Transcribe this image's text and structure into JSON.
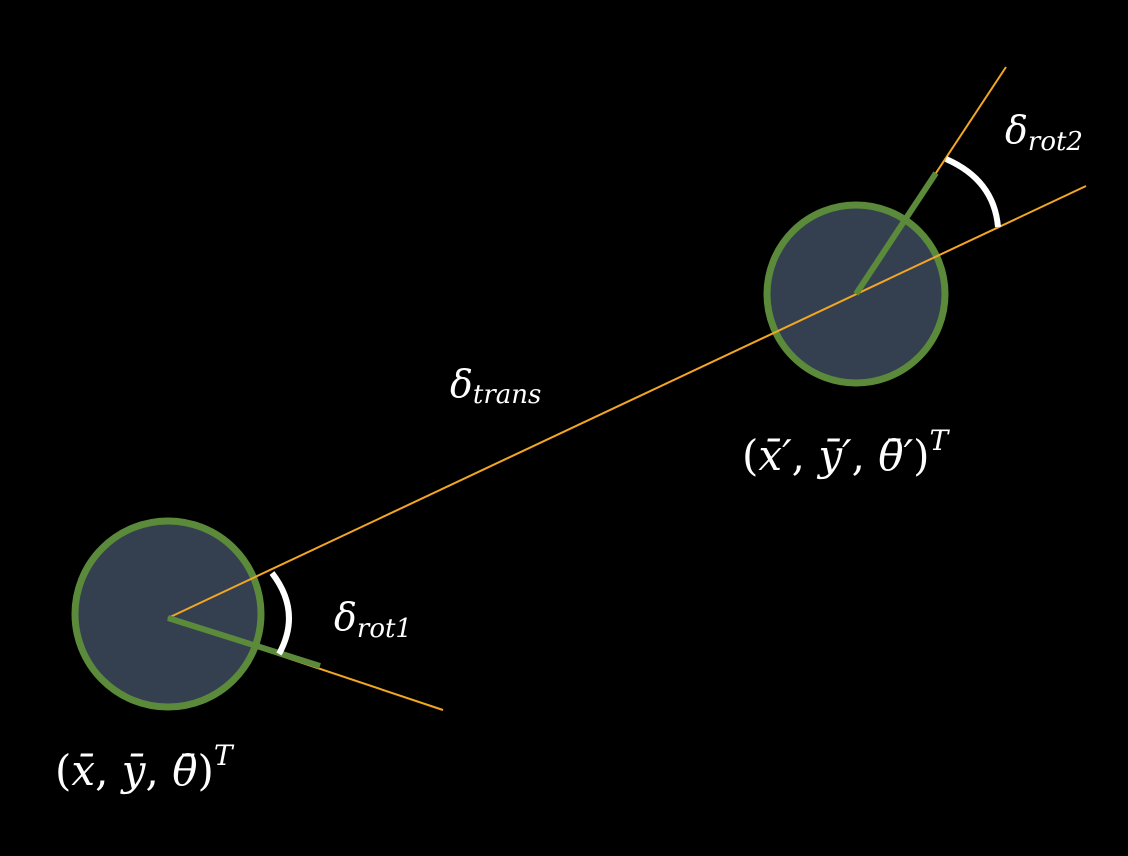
{
  "colors": {
    "background": "#000000",
    "robot_fill": "#344050",
    "robot_outline": "#5a8a3a",
    "reference_line": "#f2a623",
    "angle_arc": "#ffffff",
    "text": "#ffffff"
  },
  "labels": {
    "rot1": {
      "symbol": "δ",
      "subscript": "rot1"
    },
    "rot2": {
      "symbol": "δ",
      "subscript": "rot2"
    },
    "trans": {
      "symbol": "δ",
      "subscript": "trans"
    }
  },
  "poses": {
    "start": {
      "open": "(",
      "x": "x̄",
      "sep1": ", ",
      "y": "ȳ",
      "sep2": ", ",
      "theta": "θ̄",
      "close": ")",
      "sup": "T"
    },
    "end": {
      "open": "(",
      "x": "x̄′",
      "sep1": ", ",
      "y": "ȳ′",
      "sep2": ", ",
      "theta": "θ̄′",
      "close": ")",
      "sup": "T"
    }
  }
}
